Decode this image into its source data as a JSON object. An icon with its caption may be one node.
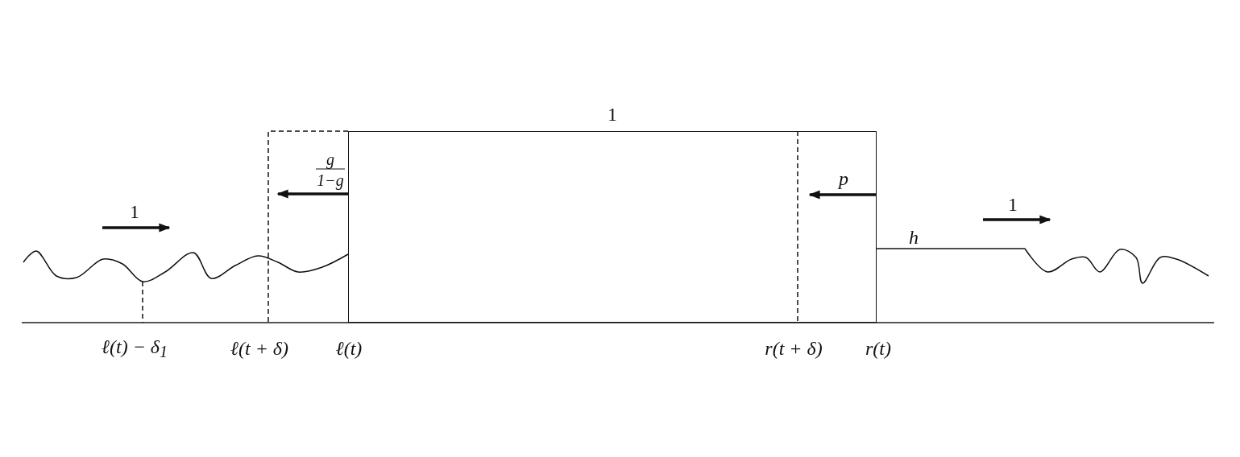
{
  "diagram": {
    "nodes": [
      {
        "text": [
          "1"
        ]
      }
    ],
    "labels": [
      "g",
      "1−g",
      "p",
      "1",
      "1",
      "h",
      "ℓ(t) − δ$_{1}$",
      "ℓ(t + δ)",
      "ℓ(t)",
      "r(t + δ)",
      "r(t)"
    ]
  }
}
